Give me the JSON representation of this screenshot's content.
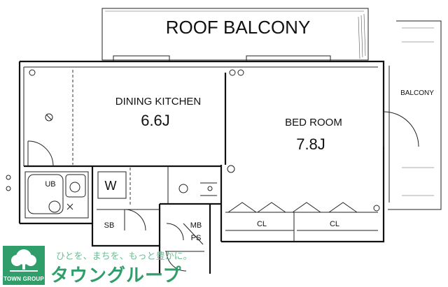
{
  "rooms": {
    "roof_balcony": "ROOF BALCONY",
    "balcony": "BALCONY",
    "dining_kitchen": "DINING KITCHEN",
    "dining_kitchen_size": "6.6J",
    "bedroom": "BED ROOM",
    "bedroom_size": "7.8J",
    "unit_bath": "UB",
    "washer": "W",
    "shoe_box": "SB",
    "meter_box": "MB",
    "pipe_space": "PS",
    "closet_left": "CL",
    "closet_right": "CL"
  },
  "branding": {
    "logo_text": "TOWN GROUP",
    "tagline": "ひとを、まちを、もっと豊かに。",
    "brand_name": "タウングループ",
    "brand_color": "#2f9e6a"
  }
}
